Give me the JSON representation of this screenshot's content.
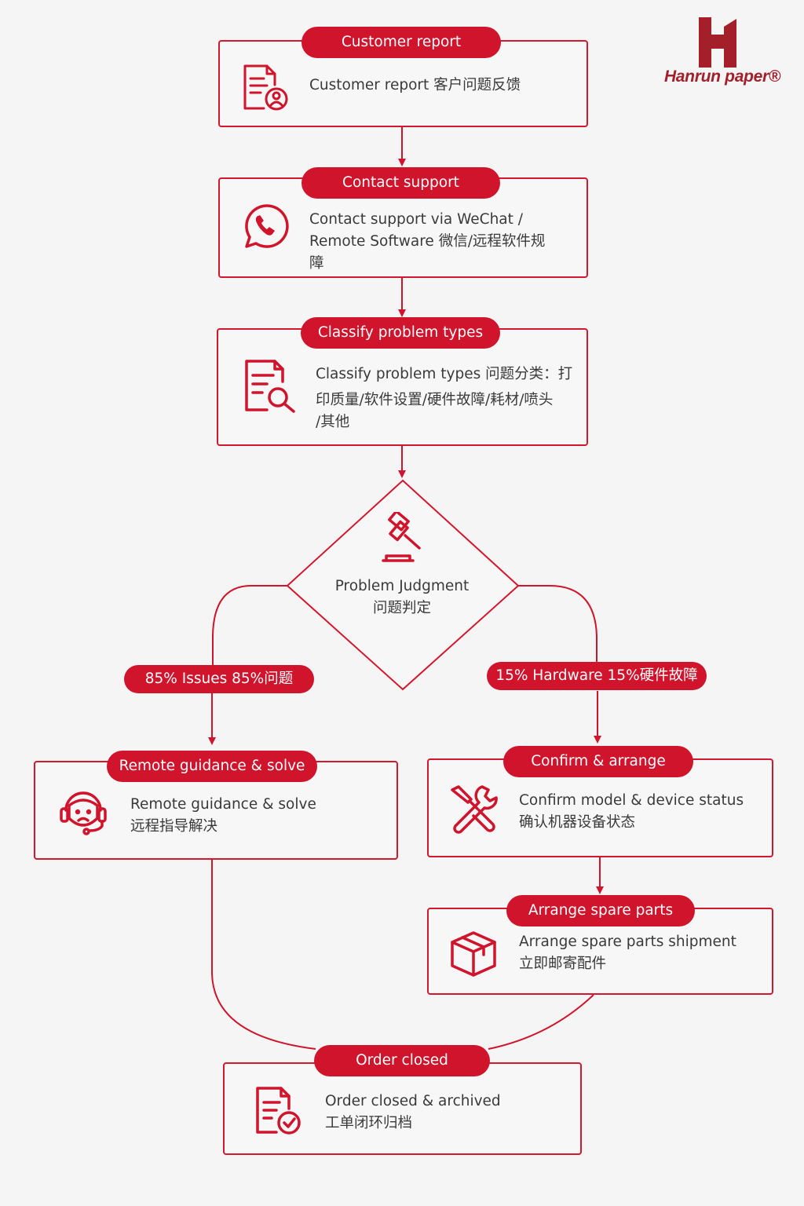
{
  "brand": {
    "logo_text": "Hanrun paper®",
    "accent_color": "#d0142c",
    "logo_color": "#a31f2a"
  },
  "flow": {
    "customer_report": {
      "title": "Customer report",
      "text": "Customer report 客户问题反馈",
      "icon": "document-user-icon"
    },
    "contact_support": {
      "title": "Contact support",
      "text_line1": "Contact support via WeChat /",
      "text_line2": "Remote Software 微信/远程软件规",
      "text_line3": "障",
      "icon": "phone-chat-icon"
    },
    "classify": {
      "title": "Classify problem types",
      "text_line1": "Classify problem types 问题分类：打",
      "text_line2": "印质量/软件设置/硬件故障/耗材/喷头",
      "text_line3": "/其他",
      "icon": "document-search-icon"
    },
    "judgment": {
      "text_line1": "Problem Judgment",
      "text_line2": "问题判定",
      "icon": "gavel-icon"
    },
    "branch_left": {
      "label": "85% Issues 85%问题"
    },
    "branch_right": {
      "label": "15% Hardware 15%硬件故障"
    },
    "remote_guidance": {
      "title": "Remote guidance & solve",
      "text_line1": "Remote guidance & solve",
      "text_line2": "远程指导解决",
      "icon": "headset-support-icon"
    },
    "confirm_arrange": {
      "title": "Confirm & arrange",
      "text_line1": "Confirm model & device status",
      "text_line2": "确认机器设备状态",
      "icon": "tools-icon"
    },
    "spare_parts": {
      "title": "Arrange spare parts",
      "text_line1": "Arrange spare parts shipment",
      "text_line2": "立即邮寄配件",
      "icon": "package-box-icon"
    },
    "order_closed": {
      "title": "Order closed",
      "text_line1": "Order closed & archived",
      "text_line2": "工单闭环归档",
      "icon": "document-check-icon"
    }
  }
}
